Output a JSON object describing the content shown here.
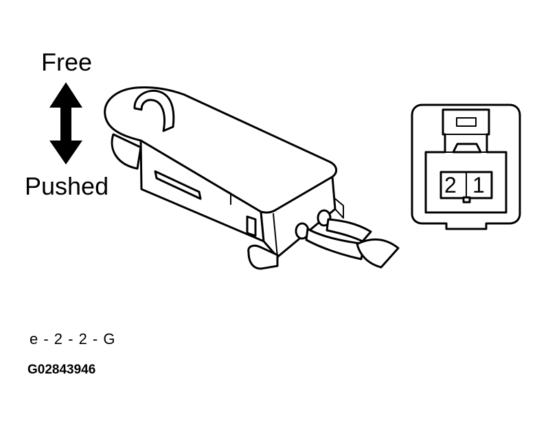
{
  "labels": {
    "free": "Free",
    "pushed": "Pushed",
    "code": "e - 2 - 2 - G",
    "figure_id": "G02843946"
  },
  "connector": {
    "pin_left": "2",
    "pin_right": "1"
  }
}
